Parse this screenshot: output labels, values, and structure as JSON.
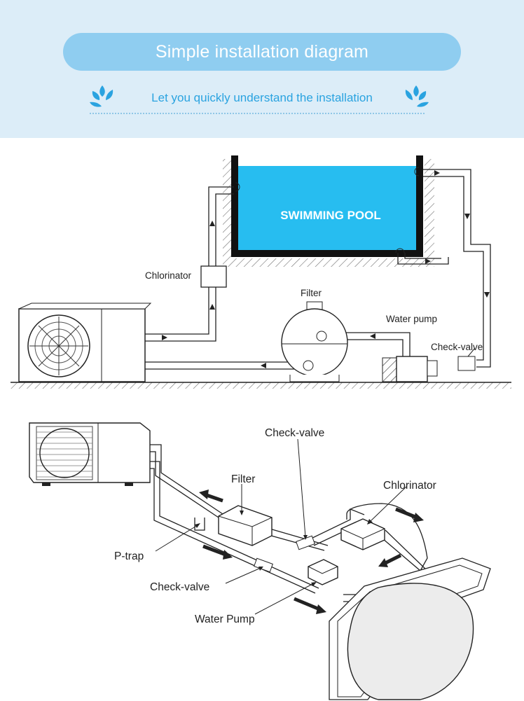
{
  "header": {
    "title": "Simple installation diagram",
    "subtitle": "Let you quickly understand the installation",
    "accent_color": "#8fcdf0",
    "background_color": "#dcedf8",
    "subtitle_color": "#2aa3e0"
  },
  "diagram1": {
    "pool_label": "SWIMMING POOL",
    "chlorinator_label": "Chlorinator",
    "filter_label": "Filter",
    "water_pump_label": "Water pump",
    "check_valve_label": "Check-valve",
    "pool_color": "#27bdf0"
  },
  "diagram2": {
    "check_valve_top_label": "Check-valve",
    "filter_label": "Filter",
    "chlorinator_label": "Chlorinator",
    "p_trap_label": "P-trap",
    "check_valve_label": "Check-valve",
    "water_pump_label": "Water Pump"
  },
  "icons": [
    "water-splash-icon",
    "fan-grille-icon",
    "flow-arrow-icon"
  ]
}
